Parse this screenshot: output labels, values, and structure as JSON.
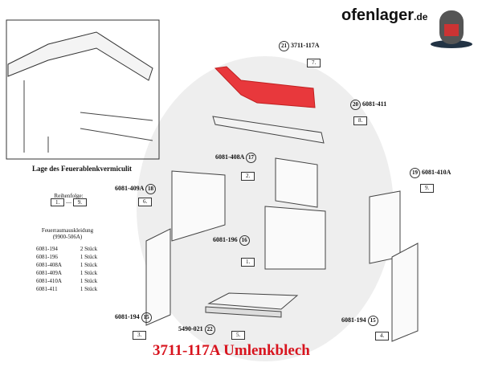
{
  "logo": {
    "name": "ofenlager",
    "tld": ".de"
  },
  "inset": {
    "caption": "Lage des Feuerablenkvermiculit"
  },
  "sequence": {
    "label": "Reihenfolge:",
    "from": "1.",
    "to": "9."
  },
  "parts_list": {
    "title": "Feuerraumauskleidung",
    "subtitle": "(9900-506A)",
    "rows": [
      [
        "6081-194",
        "2 Stück"
      ],
      [
        "6081-196",
        "1 Stück"
      ],
      [
        "6081-408A",
        "1 Stück"
      ],
      [
        "6081-409A",
        "1 Stück"
      ],
      [
        "6081-410A",
        "1 Stück"
      ],
      [
        "6081-411",
        "1 Stück"
      ]
    ]
  },
  "callouts": [
    {
      "num": "21",
      "part": "3711-117A",
      "step": "7."
    },
    {
      "num": "20",
      "part": "6081-411",
      "step": "8."
    },
    {
      "num": "17",
      "part": "6081-408A",
      "step": "2."
    },
    {
      "num": "18",
      "part": "6081-409A",
      "step": "6."
    },
    {
      "num": "19",
      "part": "6081-410A",
      "step": "9."
    },
    {
      "num": "16",
      "part": "6081-196",
      "step": "1."
    },
    {
      "num": "15",
      "part": "6081-194",
      "step": "3."
    },
    {
      "num": "22",
      "part": "5490-021",
      "step": "5."
    },
    {
      "num": "15",
      "part": "6081-194",
      "step": "4."
    }
  ],
  "title": "3711-117A Umlenkblech",
  "colors": {
    "highlight": "#e8383c",
    "title": "#d8141e"
  }
}
